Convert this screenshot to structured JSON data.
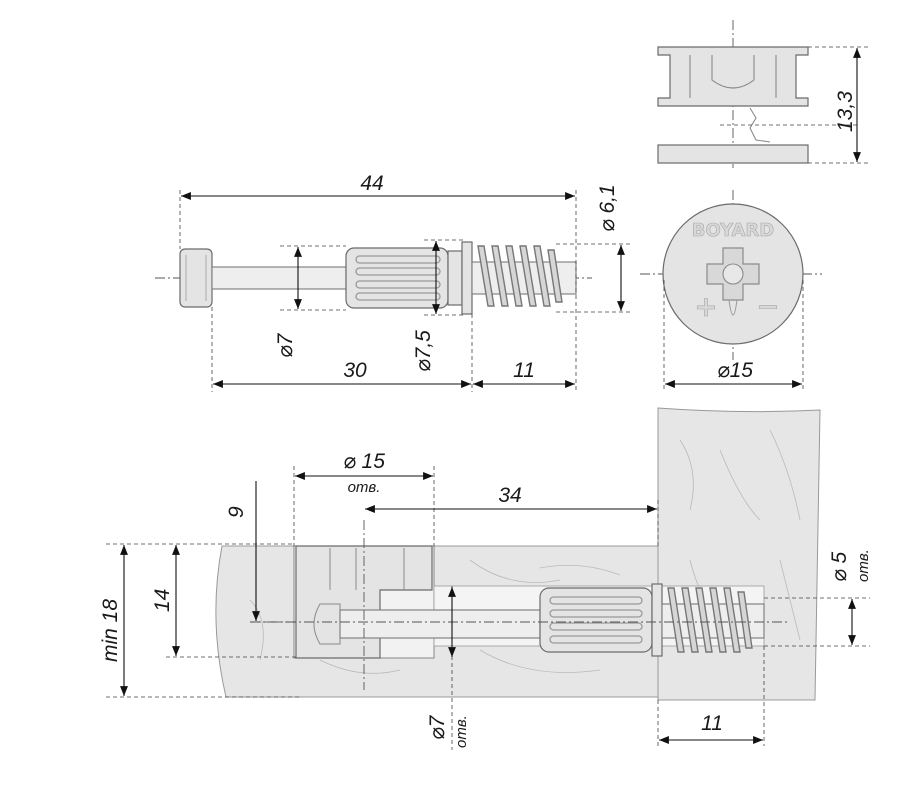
{
  "top_view": {
    "length_total": "44",
    "length_pin": "30",
    "length_thread": "11",
    "dia_pin": "⌀7",
    "dia_sleeve": "⌀7,5",
    "dia_thread": "⌀ 6,1"
  },
  "cam": {
    "height": "13,3",
    "diameter": "⌀15",
    "logo": "BOYARD",
    "plus": "+",
    "minus": "−"
  },
  "assembly": {
    "hole_cam": "⌀ 15",
    "hole_cam_note": "отв.",
    "distance": "34",
    "offset": "9",
    "min_thickness": "min 18",
    "depth": "14",
    "hole_pin": "⌀7",
    "hole_pin_note": "отв.",
    "hole_thread": "⌀ 5",
    "hole_thread_note": "отв.",
    "thread_length": "11"
  },
  "colors": {
    "part_fill": "#e4e4e4",
    "wood_fill": "#e6e6e6",
    "line": "#111111"
  }
}
